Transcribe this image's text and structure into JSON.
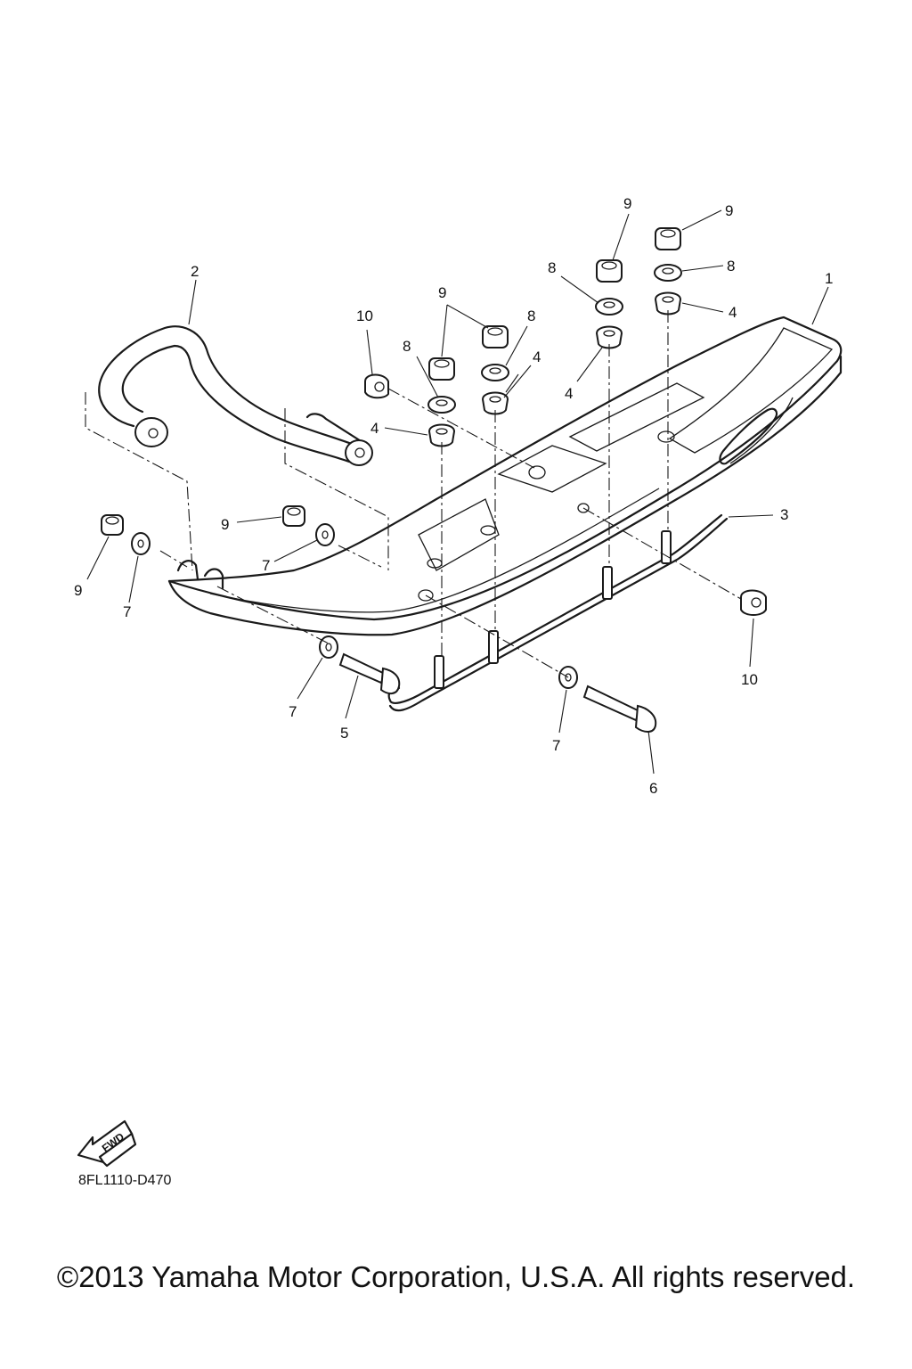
{
  "diagram": {
    "callouts": [
      {
        "id": "c1",
        "text": "1"
      },
      {
        "id": "c2",
        "text": "2"
      },
      {
        "id": "c3",
        "text": "3"
      },
      {
        "id": "c4a",
        "text": "4"
      },
      {
        "id": "c4b",
        "text": "4"
      },
      {
        "id": "c4c",
        "text": "4"
      },
      {
        "id": "c4d",
        "text": "4"
      },
      {
        "id": "c5",
        "text": "5"
      },
      {
        "id": "c6",
        "text": "6"
      },
      {
        "id": "c7a",
        "text": "7"
      },
      {
        "id": "c7b",
        "text": "7"
      },
      {
        "id": "c7c",
        "text": "7"
      },
      {
        "id": "c7d",
        "text": "7"
      },
      {
        "id": "c8a",
        "text": "8"
      },
      {
        "id": "c8b",
        "text": "8"
      },
      {
        "id": "c8c",
        "text": "8"
      },
      {
        "id": "c8d",
        "text": "8"
      },
      {
        "id": "c9a",
        "text": "9"
      },
      {
        "id": "c9b",
        "text": "9"
      },
      {
        "id": "c9c",
        "text": "9"
      },
      {
        "id": "c9d",
        "text": "9"
      },
      {
        "id": "c9e",
        "text": "9"
      },
      {
        "id": "c10a",
        "text": "10"
      },
      {
        "id": "c10b",
        "text": "10"
      }
    ],
    "fwd_label": "FWD",
    "drawing_code": "8FL1110-D470"
  },
  "footer": {
    "copyright": "©2013 Yamaha Motor Corporation, U.S.A. All rights reserved."
  }
}
